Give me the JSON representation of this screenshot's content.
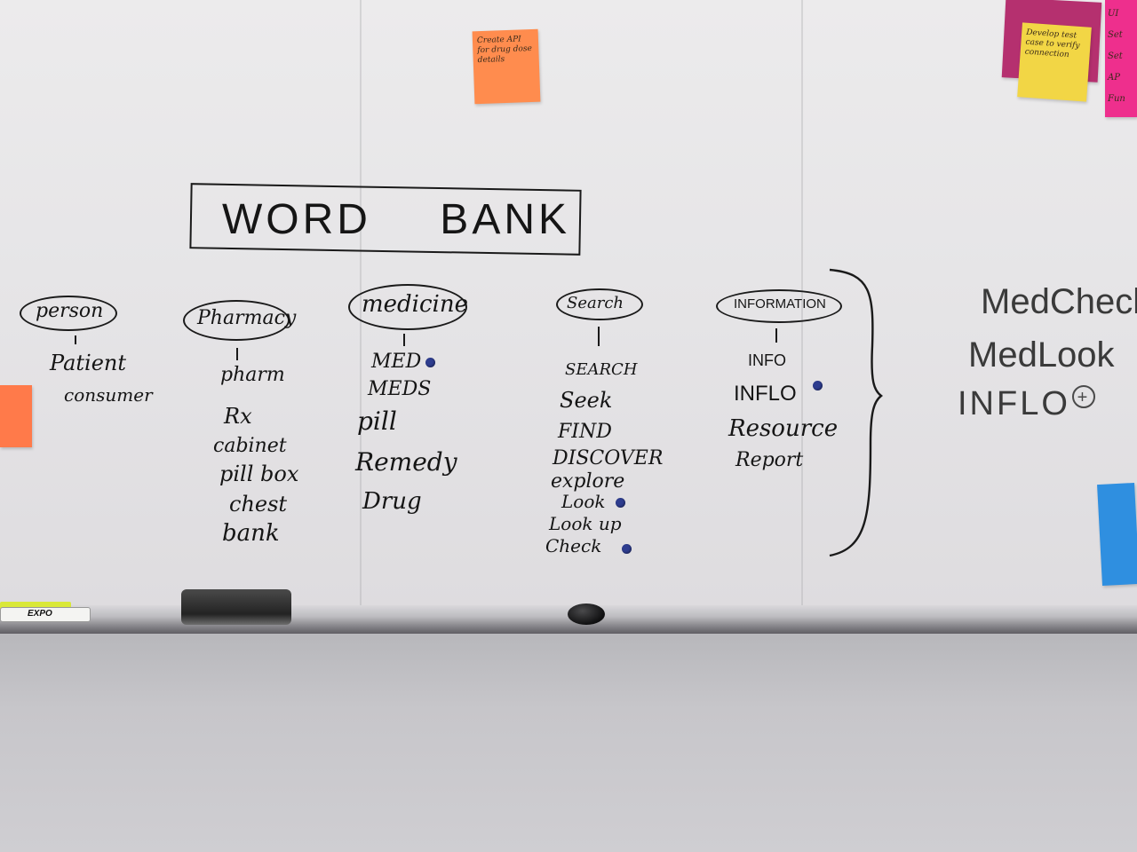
{
  "title_box": {
    "text": "WORD BANK"
  },
  "categories": [
    {
      "header": "person",
      "words": [
        "Patient",
        "consumer"
      ]
    },
    {
      "header": "Pharmacy",
      "words": [
        "pharm",
        "Rx",
        "cabinet",
        "pill box",
        "chest",
        "bank"
      ]
    },
    {
      "header": "medicine",
      "words": [
        "MED",
        "MEDS",
        "pill",
        "Remedy",
        "Drug"
      ]
    },
    {
      "header": "Search",
      "words": [
        "SEARCH",
        "Seek",
        "FIND",
        "DISCOVER",
        "explore",
        "Look",
        "Look up",
        "Check"
      ]
    },
    {
      "header": "INFORMATION",
      "words": [
        "INFO",
        "INFLO",
        "Resource",
        "Report"
      ]
    }
  ],
  "names": [
    "MedCheck",
    "MedLook",
    "INFLO"
  ],
  "plus_symbol": "+",
  "sticky_notes": {
    "orange_top": "Create API for drug dose details",
    "yellow": "Develop test case to verify connection",
    "pink_right": [
      "UI",
      "Set",
      "Set",
      "AP",
      "Fun"
    ]
  },
  "marker_brand": "EXPO",
  "colors": {
    "ink": "#151515",
    "vote_dot": "#2e3d8f",
    "sticky_orange": "#ff8a4a",
    "sticky_yellow": "#f3d84b",
    "sticky_pink": "#ec2e8c",
    "sticky_magenta": "#b5306f",
    "sticky_blue": "#2f8fe0"
  }
}
